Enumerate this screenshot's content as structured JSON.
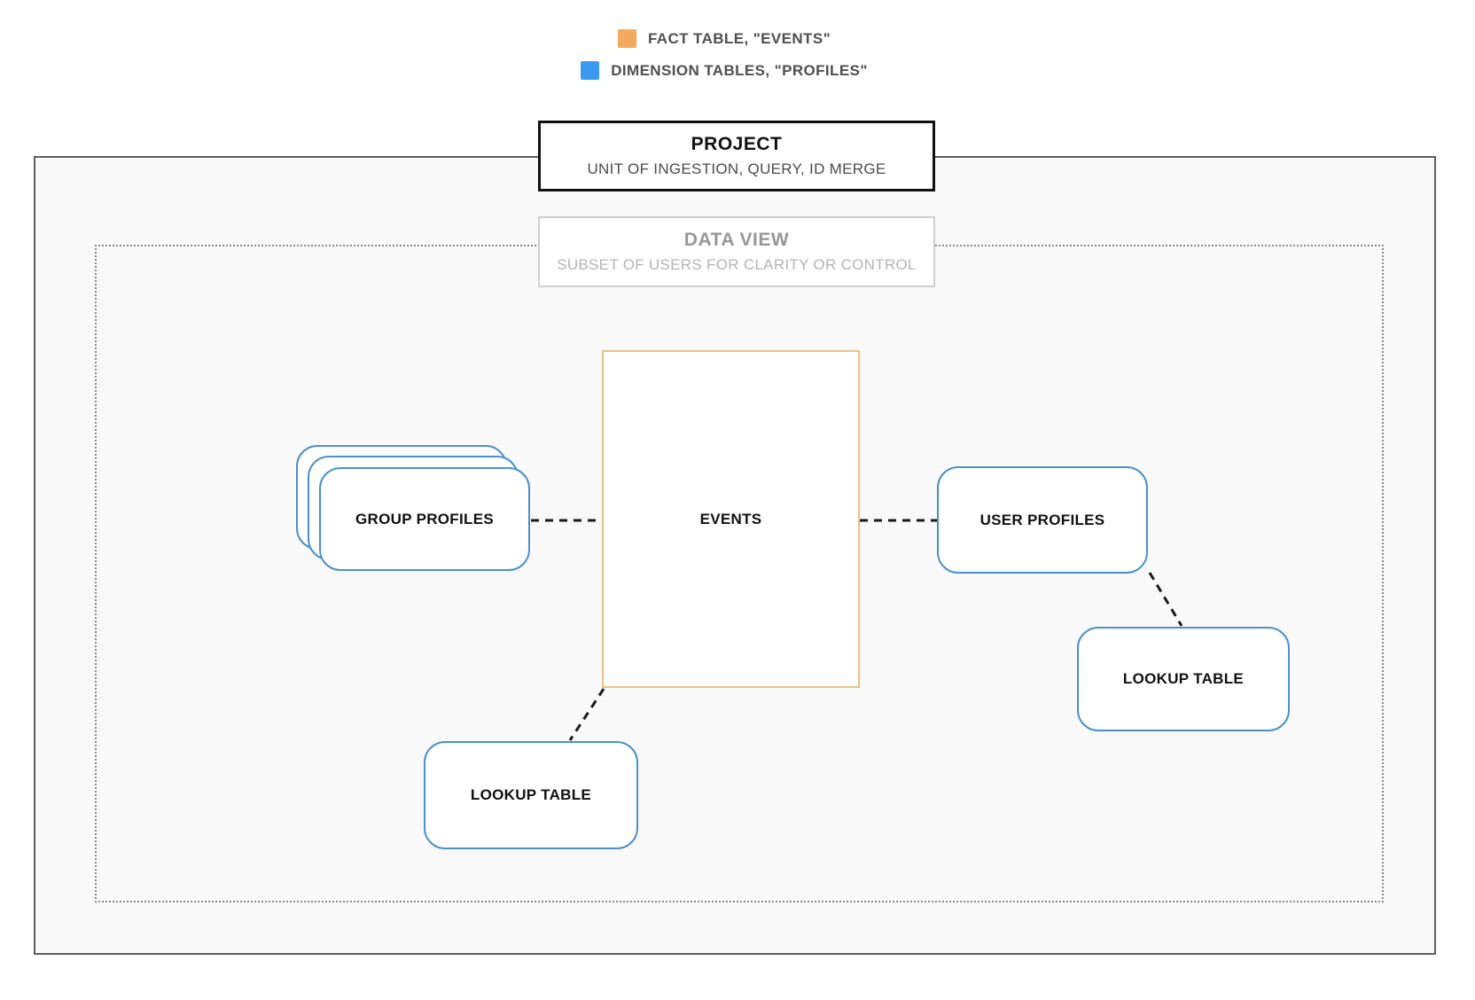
{
  "legend": {
    "items": [
      {
        "id": "fact",
        "label": "FACT TABLE, \"EVENTS\""
      },
      {
        "id": "dimension",
        "label": "DIMENSION TABLES, \"PROFILES\""
      }
    ]
  },
  "project_box": {
    "title": "PROJECT",
    "subtitle": "UNIT OF INGESTION, QUERY, ID MERGE"
  },
  "data_view_box": {
    "title": "DATA VIEW",
    "subtitle": "SUBSET OF USERS FOR CLARITY OR CONTROL"
  },
  "nodes": {
    "events": {
      "label": "EVENTS",
      "type": "fact"
    },
    "group_profiles": {
      "label": "GROUP PROFILES",
      "type": "dimension",
      "stacked": true
    },
    "user_profiles": {
      "label": "USER PROFILES",
      "type": "dimension"
    },
    "lookup_table_right": {
      "label": "LOOKUP TABLE",
      "type": "dimension"
    },
    "lookup_table_bottom": {
      "label": "LOOKUP TABLE",
      "type": "dimension"
    }
  },
  "colors": {
    "legend_orange": "#F5A95F",
    "legend_blue": "#3B99F2",
    "fact_border": "#ECC285",
    "dimension_border": "#4A90CD",
    "outer_border": "#5E5E5E",
    "dotted_border": "#8A8A8A",
    "panel_bg": "#F9F9F9",
    "connector": "#1A1A1A"
  }
}
